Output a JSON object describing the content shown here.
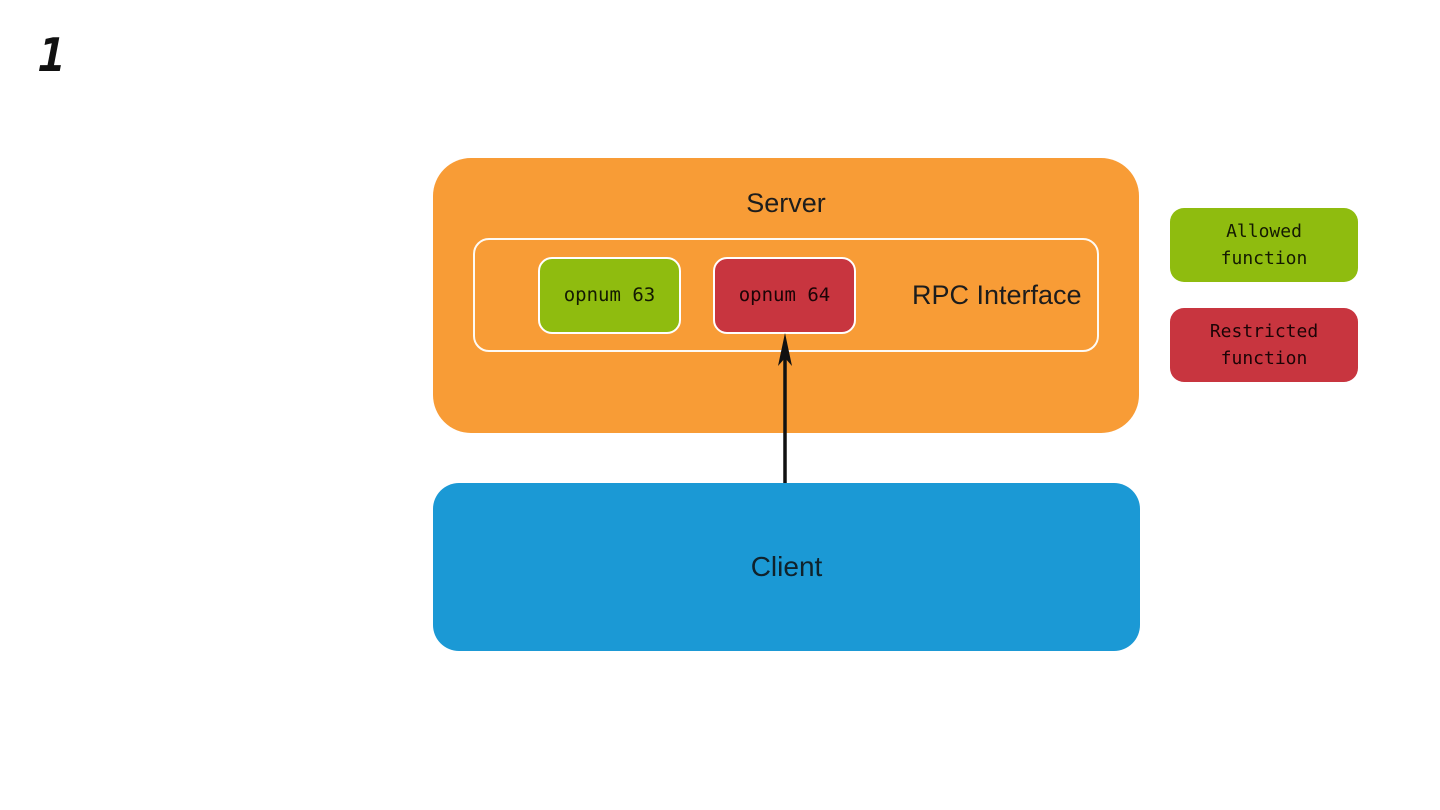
{
  "page": {
    "slide_number": "1"
  },
  "diagram": {
    "server": {
      "label": "Server"
    },
    "rpc_interface": {
      "label": "RPC Interface"
    },
    "functions": [
      {
        "label": "opnum 63",
        "type": "allowed"
      },
      {
        "label": "opnum 64",
        "type": "restricted"
      }
    ],
    "client": {
      "label": "Client"
    },
    "arrow": {
      "from": "Client",
      "to": "opnum 64"
    }
  },
  "legend": [
    {
      "label": "Allowed\nfunction",
      "type": "allowed"
    },
    {
      "label": "Restricted\nfunction",
      "type": "restricted"
    }
  ],
  "colors": {
    "server": "#F89C36",
    "client": "#1B99D5",
    "allowed": "#8FBC0F",
    "restricted": "#C8353F",
    "arrow": "#111111"
  }
}
